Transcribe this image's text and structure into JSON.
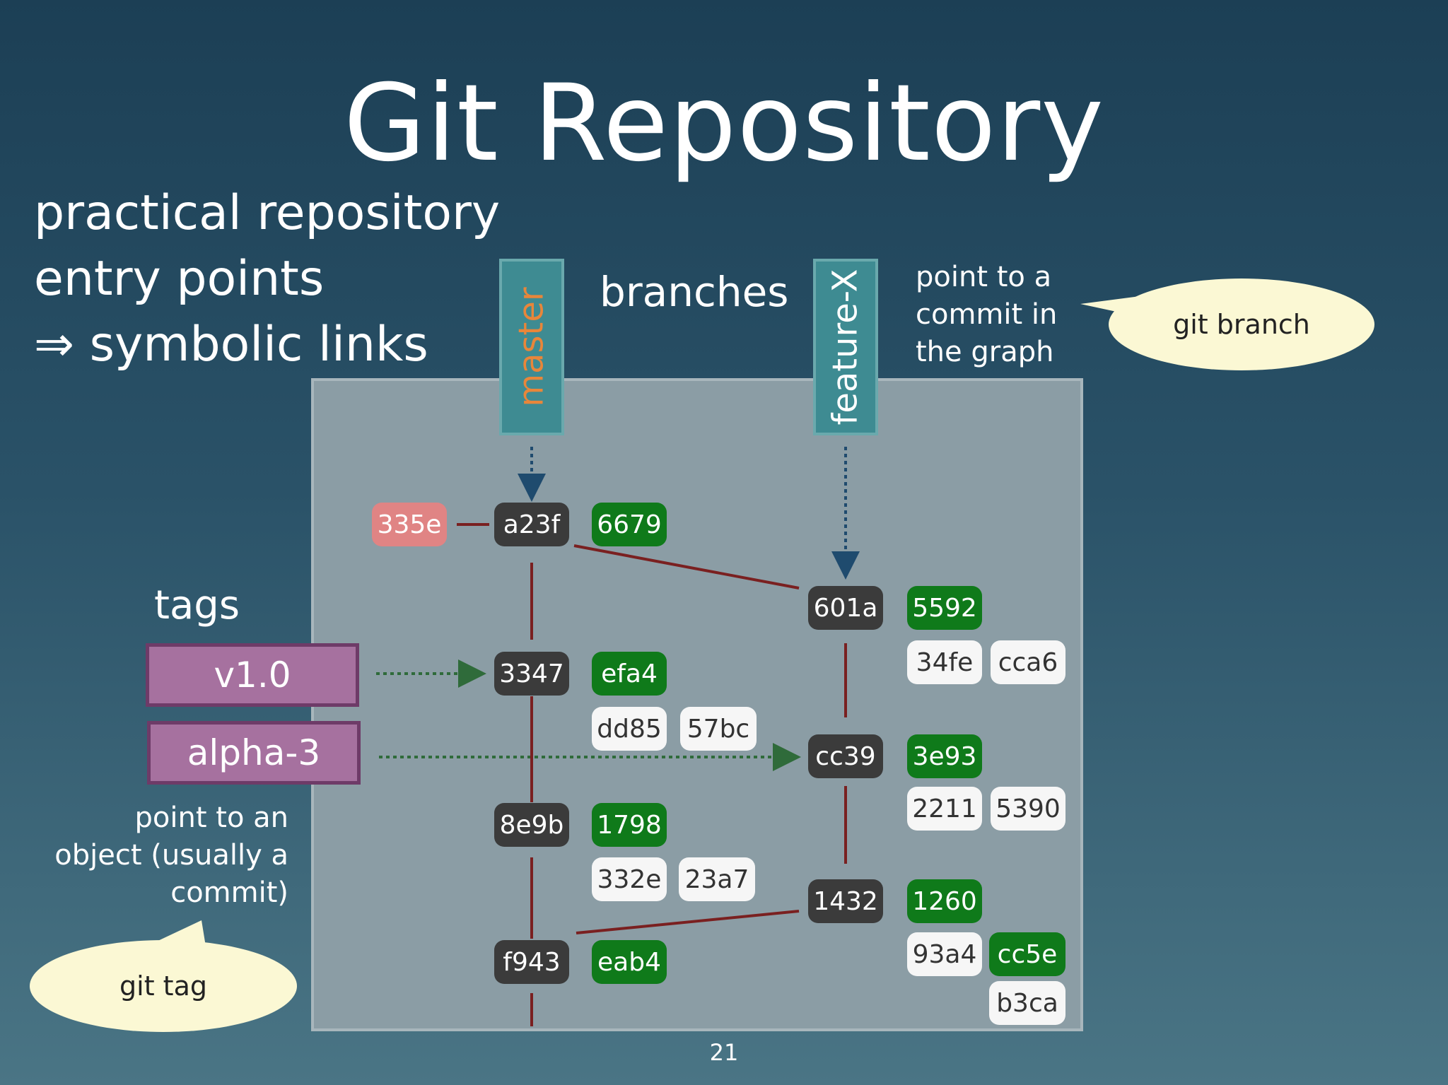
{
  "slide": {
    "title": "Git Repository",
    "intro": [
      "practical repository",
      "entry points",
      "⇒ symbolic links"
    ],
    "branches_heading": "branches",
    "branches_note": [
      "point to a",
      "commit in",
      "the graph"
    ],
    "branch_command": "git branch",
    "tags_heading": "tags",
    "tags_note": [
      "point to an",
      "object (usually a",
      "commit)"
    ],
    "tag_command": "git tag",
    "page_number": "21"
  },
  "branches": [
    {
      "name": "master",
      "color": "#3e8b92"
    },
    {
      "name": "feature-X",
      "color": "#3e8b92"
    }
  ],
  "tags": [
    {
      "name": "v1.0",
      "color": "#a6719f"
    },
    {
      "name": "alpha-3",
      "color": "#a6719f"
    }
  ],
  "objects": {
    "tag_object": "335e",
    "master_commits": [
      "a23f",
      "3347",
      "8e9b",
      "f943"
    ],
    "master_trees": [
      "6679",
      "efa4",
      "1798",
      "eab4"
    ],
    "master_blobs": [
      [
        "dd85",
        "57bc"
      ],
      [
        "332e",
        "23a7"
      ]
    ],
    "feature_commits": [
      "601a",
      "cc39",
      "1432"
    ],
    "feature_trees": [
      "5592",
      "3e93",
      "1260",
      "cc5e"
    ],
    "feature_blobs": [
      "34fe",
      "cca6",
      "2211",
      "5390",
      "93a4",
      "b3ca"
    ]
  },
  "colors": {
    "commit": "#3b3b3b",
    "tree": "#0f7a1a",
    "blob": "#f6f6f6",
    "tag_object": "#e08484",
    "edge": "#7a2020",
    "branch_pointer": "#1f4b6e",
    "tag_pointer": "#2f6b3a"
  }
}
